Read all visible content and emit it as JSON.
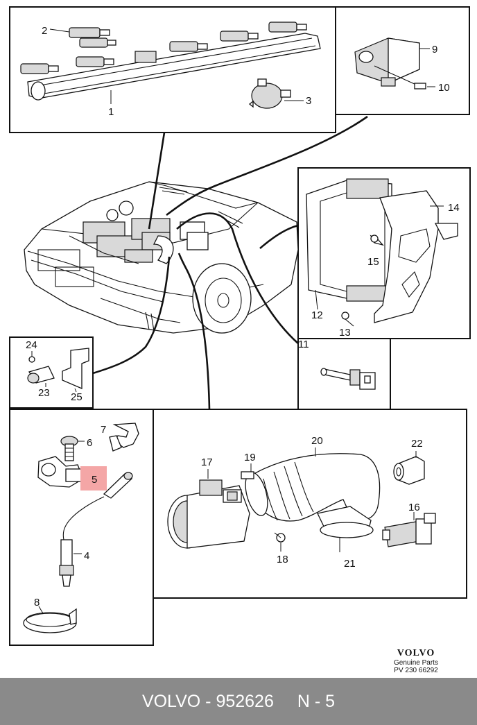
{
  "diagram": {
    "highlight_color": "#f4a6a6",
    "callouts": [
      {
        "id": "1",
        "text": "1"
      },
      {
        "id": "2",
        "text": "2"
      },
      {
        "id": "3",
        "text": "3"
      },
      {
        "id": "4",
        "text": "4"
      },
      {
        "id": "5",
        "text": "5",
        "highlighted": true
      },
      {
        "id": "6",
        "text": "6"
      },
      {
        "id": "7",
        "text": "7"
      },
      {
        "id": "8",
        "text": "8"
      },
      {
        "id": "9",
        "text": "9"
      },
      {
        "id": "10",
        "text": "10"
      },
      {
        "id": "11",
        "text": "11"
      },
      {
        "id": "12",
        "text": "12"
      },
      {
        "id": "13",
        "text": "13"
      },
      {
        "id": "14",
        "text": "14"
      },
      {
        "id": "15",
        "text": "15"
      },
      {
        "id": "16",
        "text": "16"
      },
      {
        "id": "17",
        "text": "17"
      },
      {
        "id": "18",
        "text": "18"
      },
      {
        "id": "19",
        "text": "19"
      },
      {
        "id": "20",
        "text": "20"
      },
      {
        "id": "21",
        "text": "21"
      },
      {
        "id": "22",
        "text": "22"
      },
      {
        "id": "23",
        "text": "23"
      },
      {
        "id": "24",
        "text": "24"
      },
      {
        "id": "25",
        "text": "25"
      }
    ]
  },
  "brand": {
    "logo_text": "VOLVO",
    "line1": "Genuine Parts",
    "line2": "PV 230 66292"
  },
  "footer": {
    "part_ref": "VOLVO - 952626",
    "position_ref": "N - 5"
  }
}
